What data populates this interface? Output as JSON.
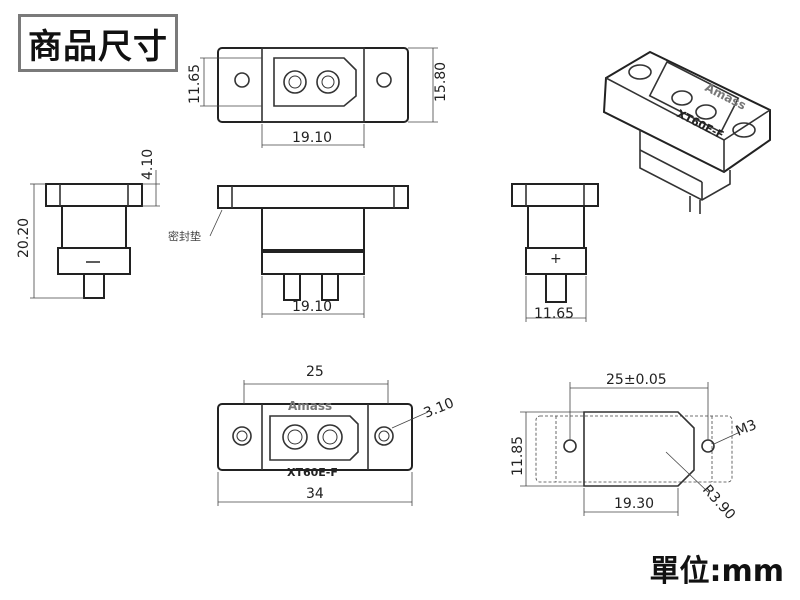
{
  "title": "商品尺寸",
  "unit_label": "單位:mm",
  "labels": {
    "seal_gasket": "密封垫",
    "brand": "Amass",
    "model": "XT60E-F",
    "minus": "−",
    "plus": "+"
  },
  "dimensions": {
    "top_height": "11.65",
    "top_flange_height": "15.80",
    "top_width": "19.10",
    "side_flange": "4.10",
    "side_height": "20.20",
    "front_width": "19.10",
    "right_width": "11.65",
    "bottom_housing": "25",
    "bottom_hole": "3.10",
    "bottom_total": "34",
    "cutout_width": "25±0.05",
    "cutout_height": "11.85",
    "cutout_screw": "M3",
    "cutout_radius": "R3.90",
    "cutout_inner": "19.30"
  },
  "colors": {
    "line": "#333333",
    "frame": "#7a7a7a",
    "brand_text": "#777777"
  }
}
